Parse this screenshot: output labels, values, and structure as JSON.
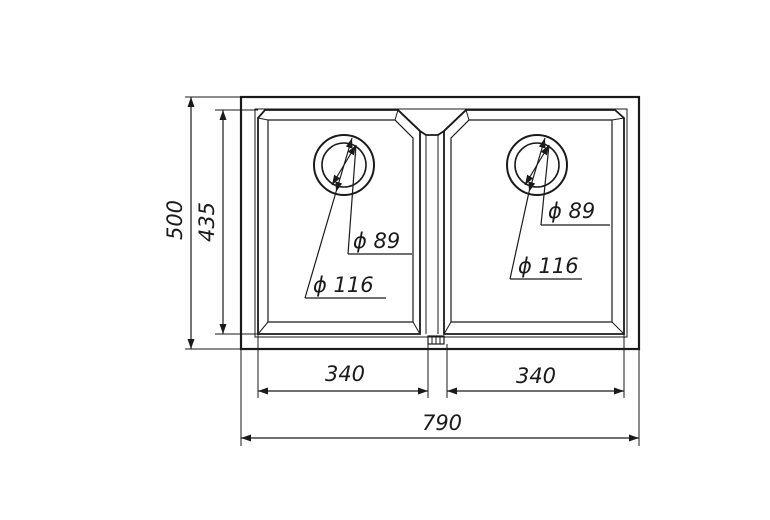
{
  "dimensions": {
    "overall_width": "790",
    "overall_height": "500",
    "inner_height": "435",
    "left_bowl_width": "340",
    "right_bowl_width": "340",
    "left_inner_drain": "ϕ 89",
    "left_outer_drain": "ϕ 116",
    "right_inner_drain": "ϕ 89",
    "right_outer_drain": "ϕ 116"
  }
}
